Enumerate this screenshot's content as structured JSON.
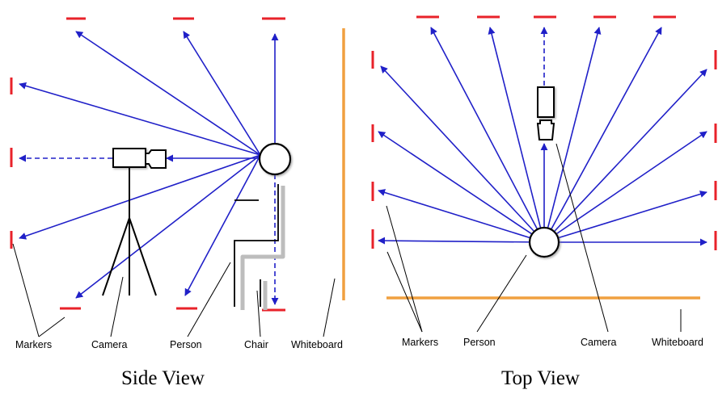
{
  "colors": {
    "marker": "#e8222a",
    "sight_line": "#2020c8",
    "whiteboard": "#f0a040",
    "outline": "#000000",
    "shadow": "#b8b8b8"
  },
  "side_view": {
    "caption": "Side View",
    "labels": {
      "markers": "Markers",
      "camera": "Camera",
      "person": "Person",
      "chair": "Chair",
      "whiteboard": "Whiteboard"
    }
  },
  "top_view": {
    "caption": "Top View",
    "labels": {
      "markers": "Markers",
      "person": "Person",
      "camera": "Camera",
      "whiteboard": "Whiteboard"
    }
  }
}
